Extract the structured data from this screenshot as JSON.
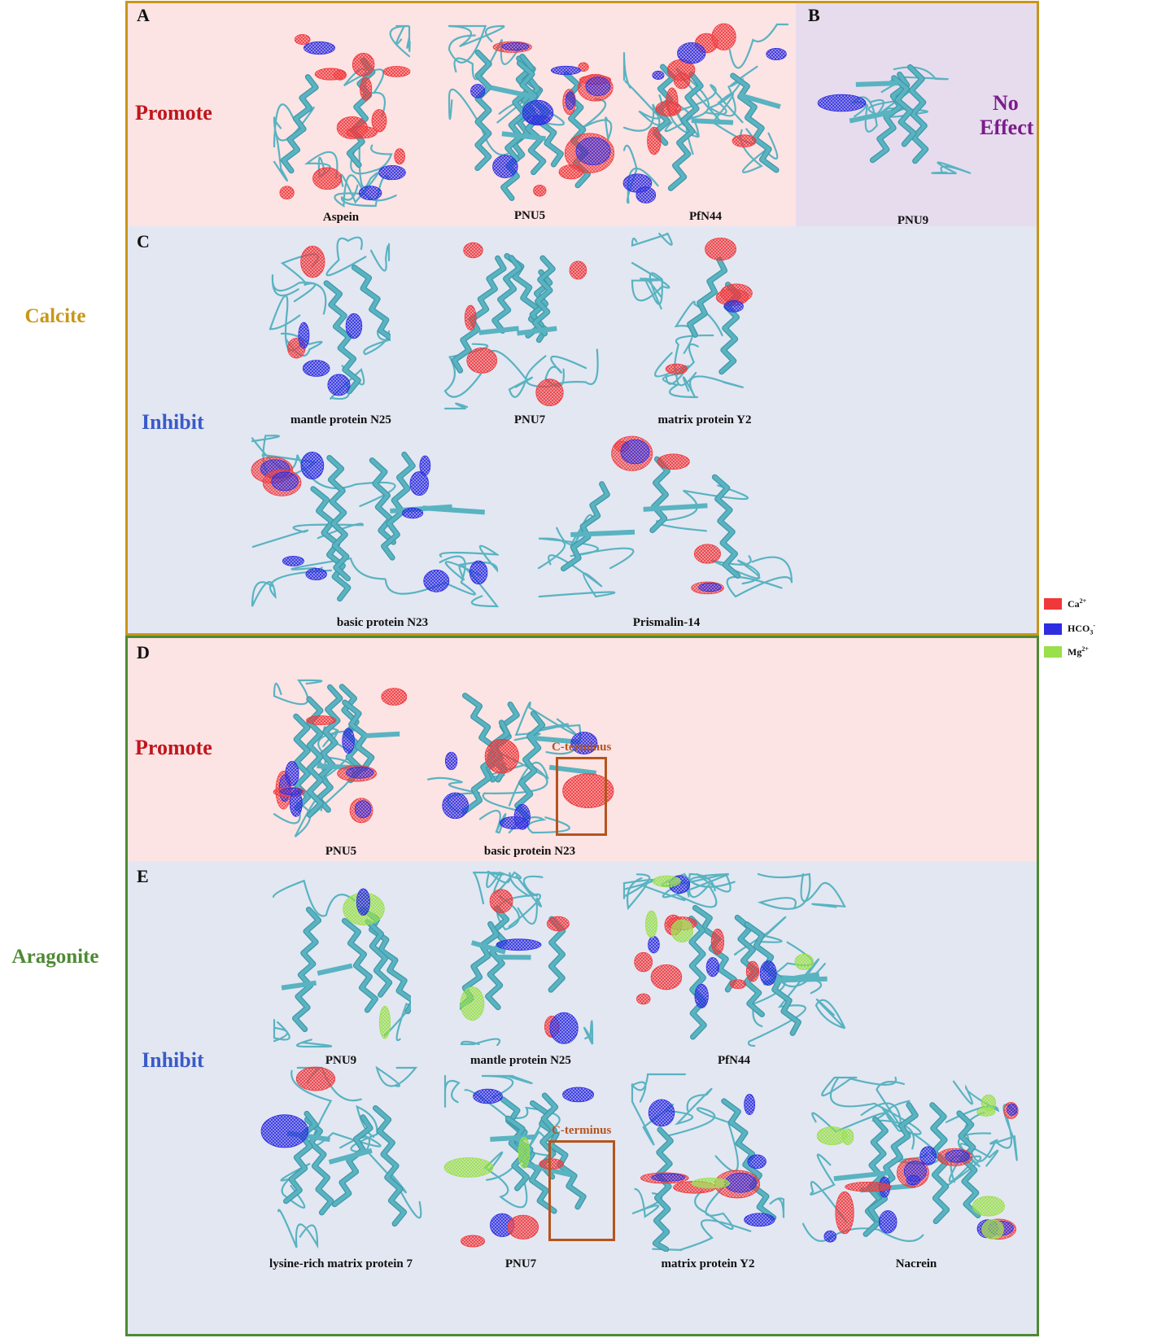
{
  "colors": {
    "promote_bg": "#fce3e4",
    "inhibit_bg": "#e3e7f2",
    "noeffect_bg": "#e7dcee",
    "calcite_border": "#c8961a",
    "aragonite_border": "#4e8a33",
    "calcite_text": "#c8961a",
    "aragonite_text": "#4e8a33",
    "promote_text": "#c0161c",
    "inhibit_text": "#3a5bc7",
    "noeffect_text": "#7a1d8a",
    "protein": "#59b3c1",
    "ca": "#f0383b",
    "hco3": "#2e2ee0",
    "mg": "#9ae04a"
  },
  "sections": {
    "calcite": {
      "label": "Calcite",
      "panels": {
        "A": {
          "letter": "A",
          "tag": "Promote",
          "proteins": [
            "Aspein",
            "PNU5",
            "PfN44"
          ]
        },
        "B": {
          "letter": "B",
          "tag_line1": "No",
          "tag_line2": "Effect",
          "proteins": [
            "PNU9"
          ]
        },
        "C": {
          "letter": "C",
          "tag": "Inhibit",
          "proteins": [
            "mantle protein N25",
            "PNU7",
            "matrix protein Y2",
            "basic protein N23",
            "Prismalin-14"
          ]
        }
      }
    },
    "aragonite": {
      "label": "Aragonite",
      "panels": {
        "D": {
          "letter": "D",
          "tag": "Promote",
          "proteins": [
            "PNU5",
            "basic protein N23"
          ],
          "annotation": "C-terminus"
        },
        "E": {
          "letter": "E",
          "tag": "Inhibit",
          "proteins": [
            "PNU9",
            "mantle protein N25",
            "PfN44",
            "lysine-rich matrix protein 7",
            "PNU7",
            "matrix protein Y2",
            "Nacrein"
          ],
          "annotation": "C-terminus"
        }
      }
    }
  },
  "legend": [
    {
      "base": "Ca",
      "sup": "2+",
      "sub": "",
      "color": "#f0383b"
    },
    {
      "base": "HCO",
      "sub": "3",
      "sup": "-",
      "color": "#2e2ee0"
    },
    {
      "base": "Mg",
      "sup": "2+",
      "sub": "",
      "color": "#9ae04a"
    }
  ]
}
